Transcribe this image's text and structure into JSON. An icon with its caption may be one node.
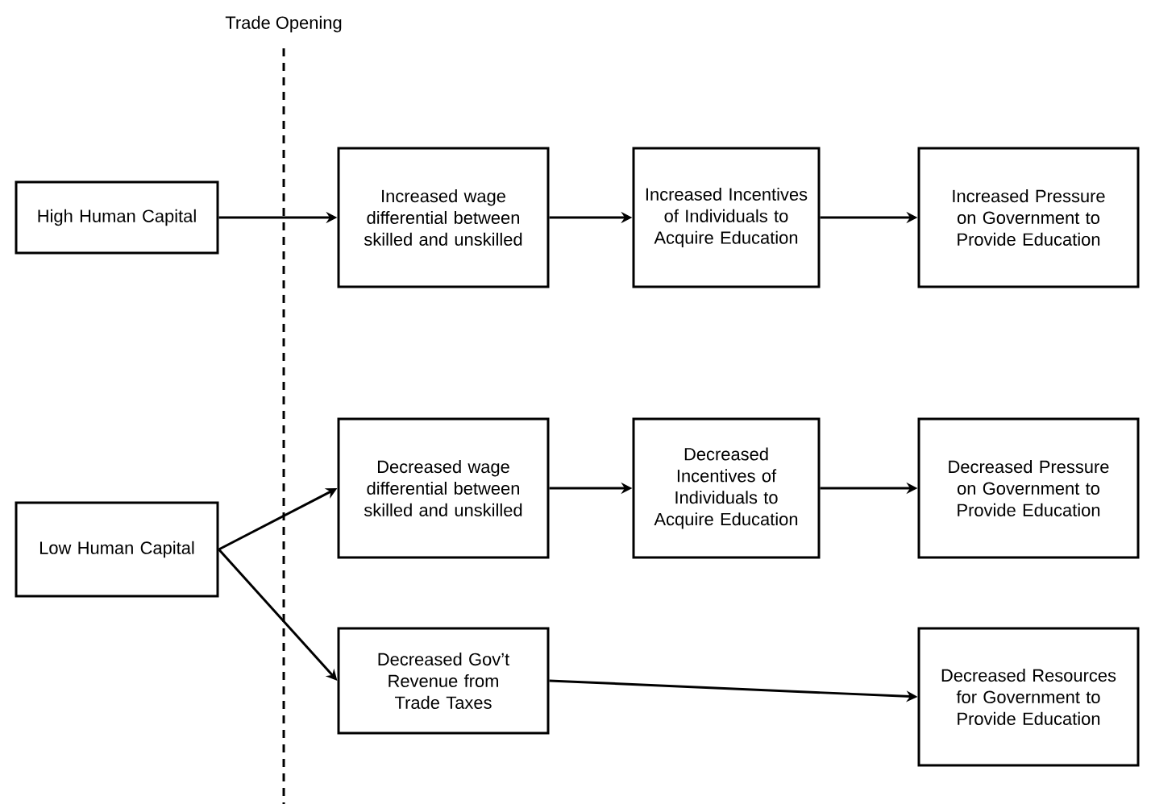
{
  "diagram": {
    "nodes": [
      {
        "text": [
          "High Human Capital"
        ]
      },
      {
        "text": [
          "Increased wage differential between skilled and unskilled"
        ]
      },
      {
        "text": [
          "Increased Incentives of Individuals to Acquire Education"
        ]
      },
      {
        "text": [
          "Increased Pressure on Government to Provide Education"
        ]
      },
      {
        "text": [
          "Low Human Capital"
        ]
      },
      {
        "text": [
          "Decreased wage differential between skilled and unskilled"
        ]
      },
      {
        "text": [
          "Decreased Incentives of Individuals to Acquire Education"
        ]
      },
      {
        "text": [
          "Decreased Pressure on Government to Provide Education"
        ]
      },
      {
        "text": [
          "Decreased Gov’t Revenue from Trade Taxes"
        ]
      },
      {
        "text": [
          "Decreased Resources for Government to Provide Education"
        ]
      }
    ],
    "edges": [
      {
        "from": 0,
        "to": 1,
        "arrow": "to"
      },
      {
        "from": 1,
        "to": 2,
        "arrow": "to"
      },
      {
        "from": 2,
        "to": 3,
        "arrow": "to"
      },
      {
        "from": 4,
        "to": 5,
        "arrow": "to"
      },
      {
        "from": 4,
        "to": 8,
        "arrow": "to"
      },
      {
        "from": 5,
        "to": 6,
        "arrow": "to"
      },
      {
        "from": 6,
        "to": 7,
        "arrow": "to"
      },
      {
        "from": 8,
        "to": 9,
        "arrow": "to"
      }
    ],
    "labels": [
      "Trade Opening"
    ]
  }
}
